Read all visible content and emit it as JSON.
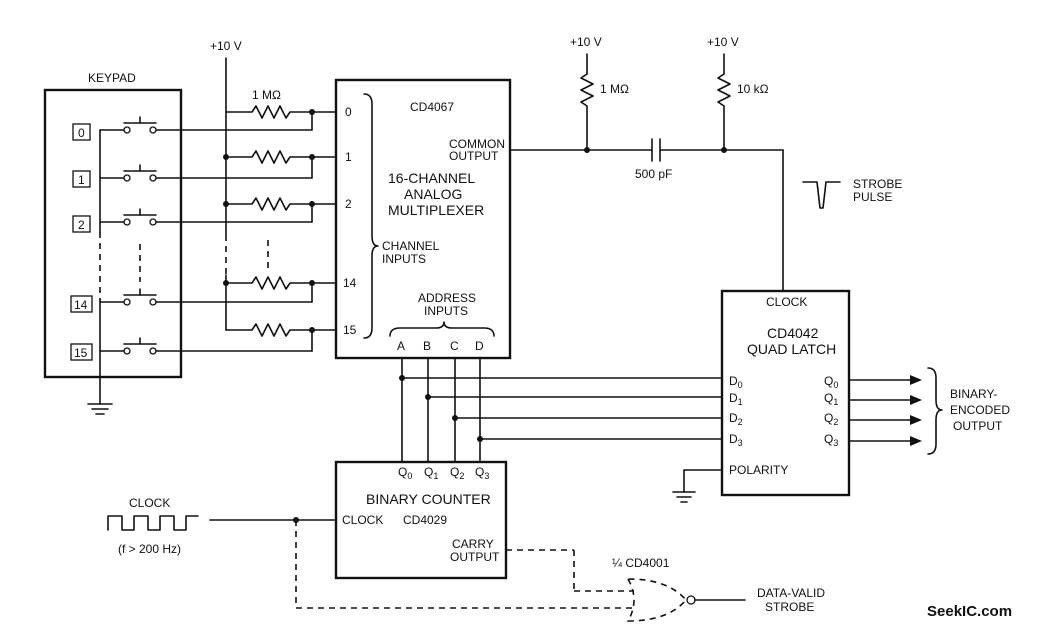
{
  "supply": {
    "left": "+10 V",
    "mid": "+10 V",
    "right": "+10 V"
  },
  "keypad": {
    "title": "KEYPAD",
    "keys": [
      "0",
      "1",
      "2",
      "14",
      "15"
    ]
  },
  "resistors": {
    "bank": "1 MΩ",
    "pullup_mid": "1 MΩ",
    "pullup_right": "10 kΩ"
  },
  "capacitor": {
    "value": "500 pF"
  },
  "mux": {
    "part": "CD4067",
    "name_line1": "16-CHANNEL",
    "name_line2": "ANALOG",
    "name_line3": "MULTIPLEXER",
    "common_line1": "COMMON",
    "common_line2": "OUTPUT",
    "inputs": [
      "0",
      "1",
      "2",
      "14",
      "15"
    ],
    "channel_line1": "CHANNEL",
    "channel_line2": "INPUTS",
    "address_line1": "ADDRESS",
    "address_line2": "INPUTS",
    "address_pins": [
      "A",
      "B",
      "C",
      "D"
    ]
  },
  "strobe": {
    "line1": "STROBE",
    "line2": "PULSE"
  },
  "latch": {
    "clock": "CLOCK",
    "part": "CD4042",
    "name": "QUAD LATCH",
    "d_pins": [
      "D",
      "D",
      "D",
      "D"
    ],
    "d_subs": [
      "0",
      "1",
      "2",
      "3"
    ],
    "q_pins": [
      "Q",
      "Q",
      "Q",
      "Q"
    ],
    "q_subs": [
      "0",
      "1",
      "2",
      "3"
    ],
    "polarity": "POLARITY"
  },
  "output": {
    "line1": "BINARY-",
    "line2": "ENCODED",
    "line3": "OUTPUT"
  },
  "counter": {
    "q_pins": [
      "Q",
      "Q",
      "Q",
      "Q"
    ],
    "q_subs": [
      "0",
      "1",
      "2",
      "3"
    ],
    "name": "BINARY COUNTER",
    "clock": "CLOCK",
    "part": "CD4029",
    "carry_line1": "CARRY",
    "carry_line2": "OUTPUT"
  },
  "clock_source": {
    "label": "CLOCK",
    "freq": "(f > 200 Hz)"
  },
  "gate": {
    "label": "¼ CD4001"
  },
  "data_valid": {
    "line1": "DATA-VALID",
    "line2": "STROBE"
  },
  "watermark": "SeekIC.com"
}
